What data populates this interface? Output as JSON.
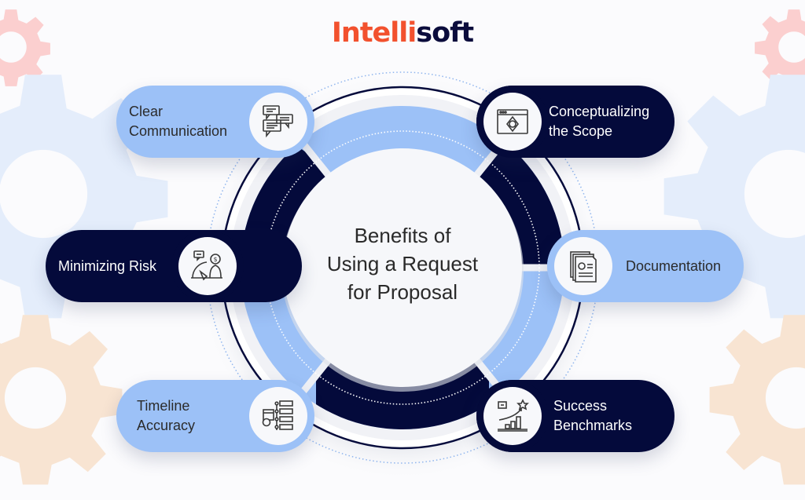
{
  "brand": {
    "logo_part1": "Intelli",
    "logo_part2": "soft",
    "accent": "#f2512e",
    "navy": "#0b0c3c"
  },
  "colors": {
    "light_blue": "#9cc1f7",
    "navy": "#040a3b",
    "gear_pink": "#fbcfcf",
    "gear_blue": "#e4edfb",
    "gear_peach": "#f8e4d2"
  },
  "center": {
    "title": "Benefits of\nUsing a Request\nfor Proposal"
  },
  "benefits": [
    {
      "label": "Clear\nCommunication",
      "icon": "chat-bubbles-icon",
      "style": "light",
      "side": "left"
    },
    {
      "label": "Conceptualizing\nthe Scope",
      "icon": "browser-target-icon",
      "style": "dark",
      "side": "right"
    },
    {
      "label": "Minimizing Risk",
      "icon": "risk-gauge-icon",
      "style": "dark",
      "side": "left"
    },
    {
      "label": "Documentation",
      "icon": "documents-icon",
      "style": "light",
      "side": "right"
    },
    {
      "label": "Timeline\nAccuracy",
      "icon": "timeline-calendar-icon",
      "style": "light",
      "side": "left"
    },
    {
      "label": "Success\nBenchmarks",
      "icon": "growth-chart-icon",
      "style": "dark",
      "side": "right"
    }
  ]
}
